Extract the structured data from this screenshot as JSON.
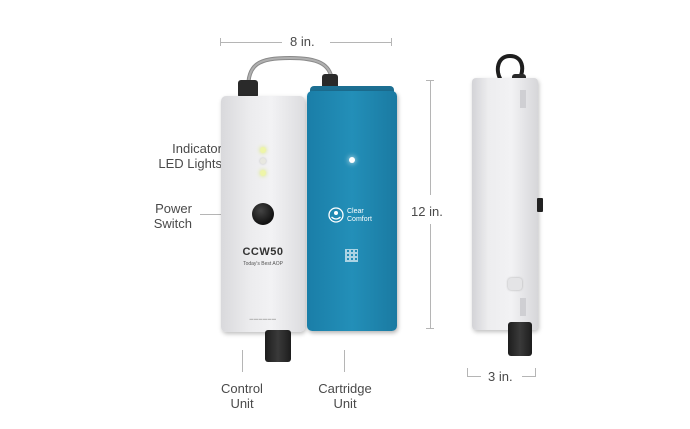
{
  "dimensions": {
    "width_label": "8 in.",
    "height_label": "12 in.",
    "depth_label": "3 in."
  },
  "callouts": {
    "indicator_line1": "Indicator",
    "indicator_line2": "LED Lights",
    "power_line1": "Power",
    "power_line2": "Switch",
    "control_line1": "Control",
    "control_line2": "Unit",
    "cartridge_line1": "Cartridge",
    "cartridge_line2": "Unit"
  },
  "control_unit": {
    "model": "CCW50",
    "tagline": "Today's Best AOP"
  },
  "cartridge_unit": {
    "brand_line1": "Clear",
    "brand_line2": "Comfort"
  },
  "colors": {
    "cartridge_blue": "#1f87b2",
    "control_gray": "#ececee",
    "led_on": "#eef5a8"
  }
}
